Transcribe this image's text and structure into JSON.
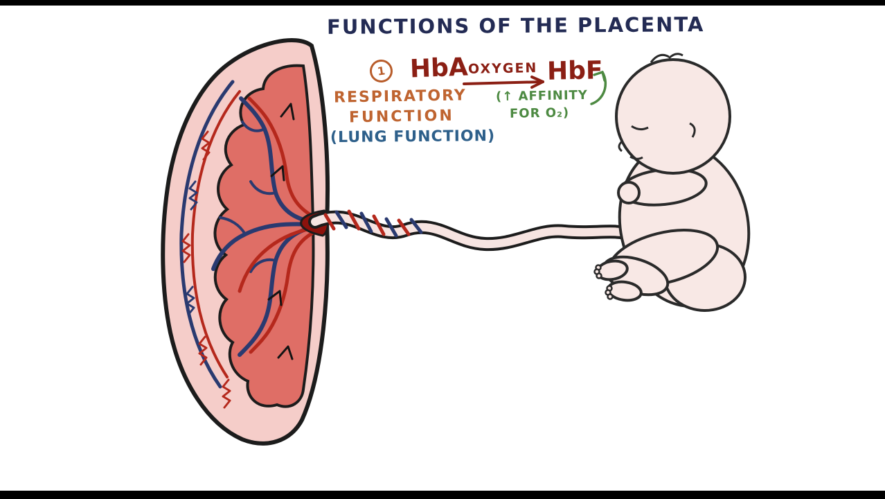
{
  "title": {
    "text": "FUNCTIONS OF THE PLACENTA"
  },
  "point1": {
    "number": "1",
    "hba": "HbA",
    "oxygen_label": "OXYGEN",
    "hbf": "HbF",
    "function_line1": "RESPIRATORY",
    "function_line2": "FUNCTION",
    "function_line3": "(LUNG FUNCTION)",
    "affinity_line1": "(↑ AFFINITY",
    "affinity_line2": "FOR O₂)"
  },
  "colors": {
    "title": "#232b54",
    "number_badge": "#b85c2a",
    "hemoglobin_text": "#8b1f14",
    "respiratory_label": "#bf6430",
    "lung_label": "#2d5f8a",
    "affinity_label": "#4d8a42",
    "placenta_outer": "#f5cdc9",
    "placenta_lobes": "#df6e66",
    "vessel_blue": "#2a3a70",
    "vessel_red": "#b5281c",
    "fetus_skin": "#f8e8e5",
    "outline": "#1c1c1c",
    "letterbox": "#000000"
  }
}
